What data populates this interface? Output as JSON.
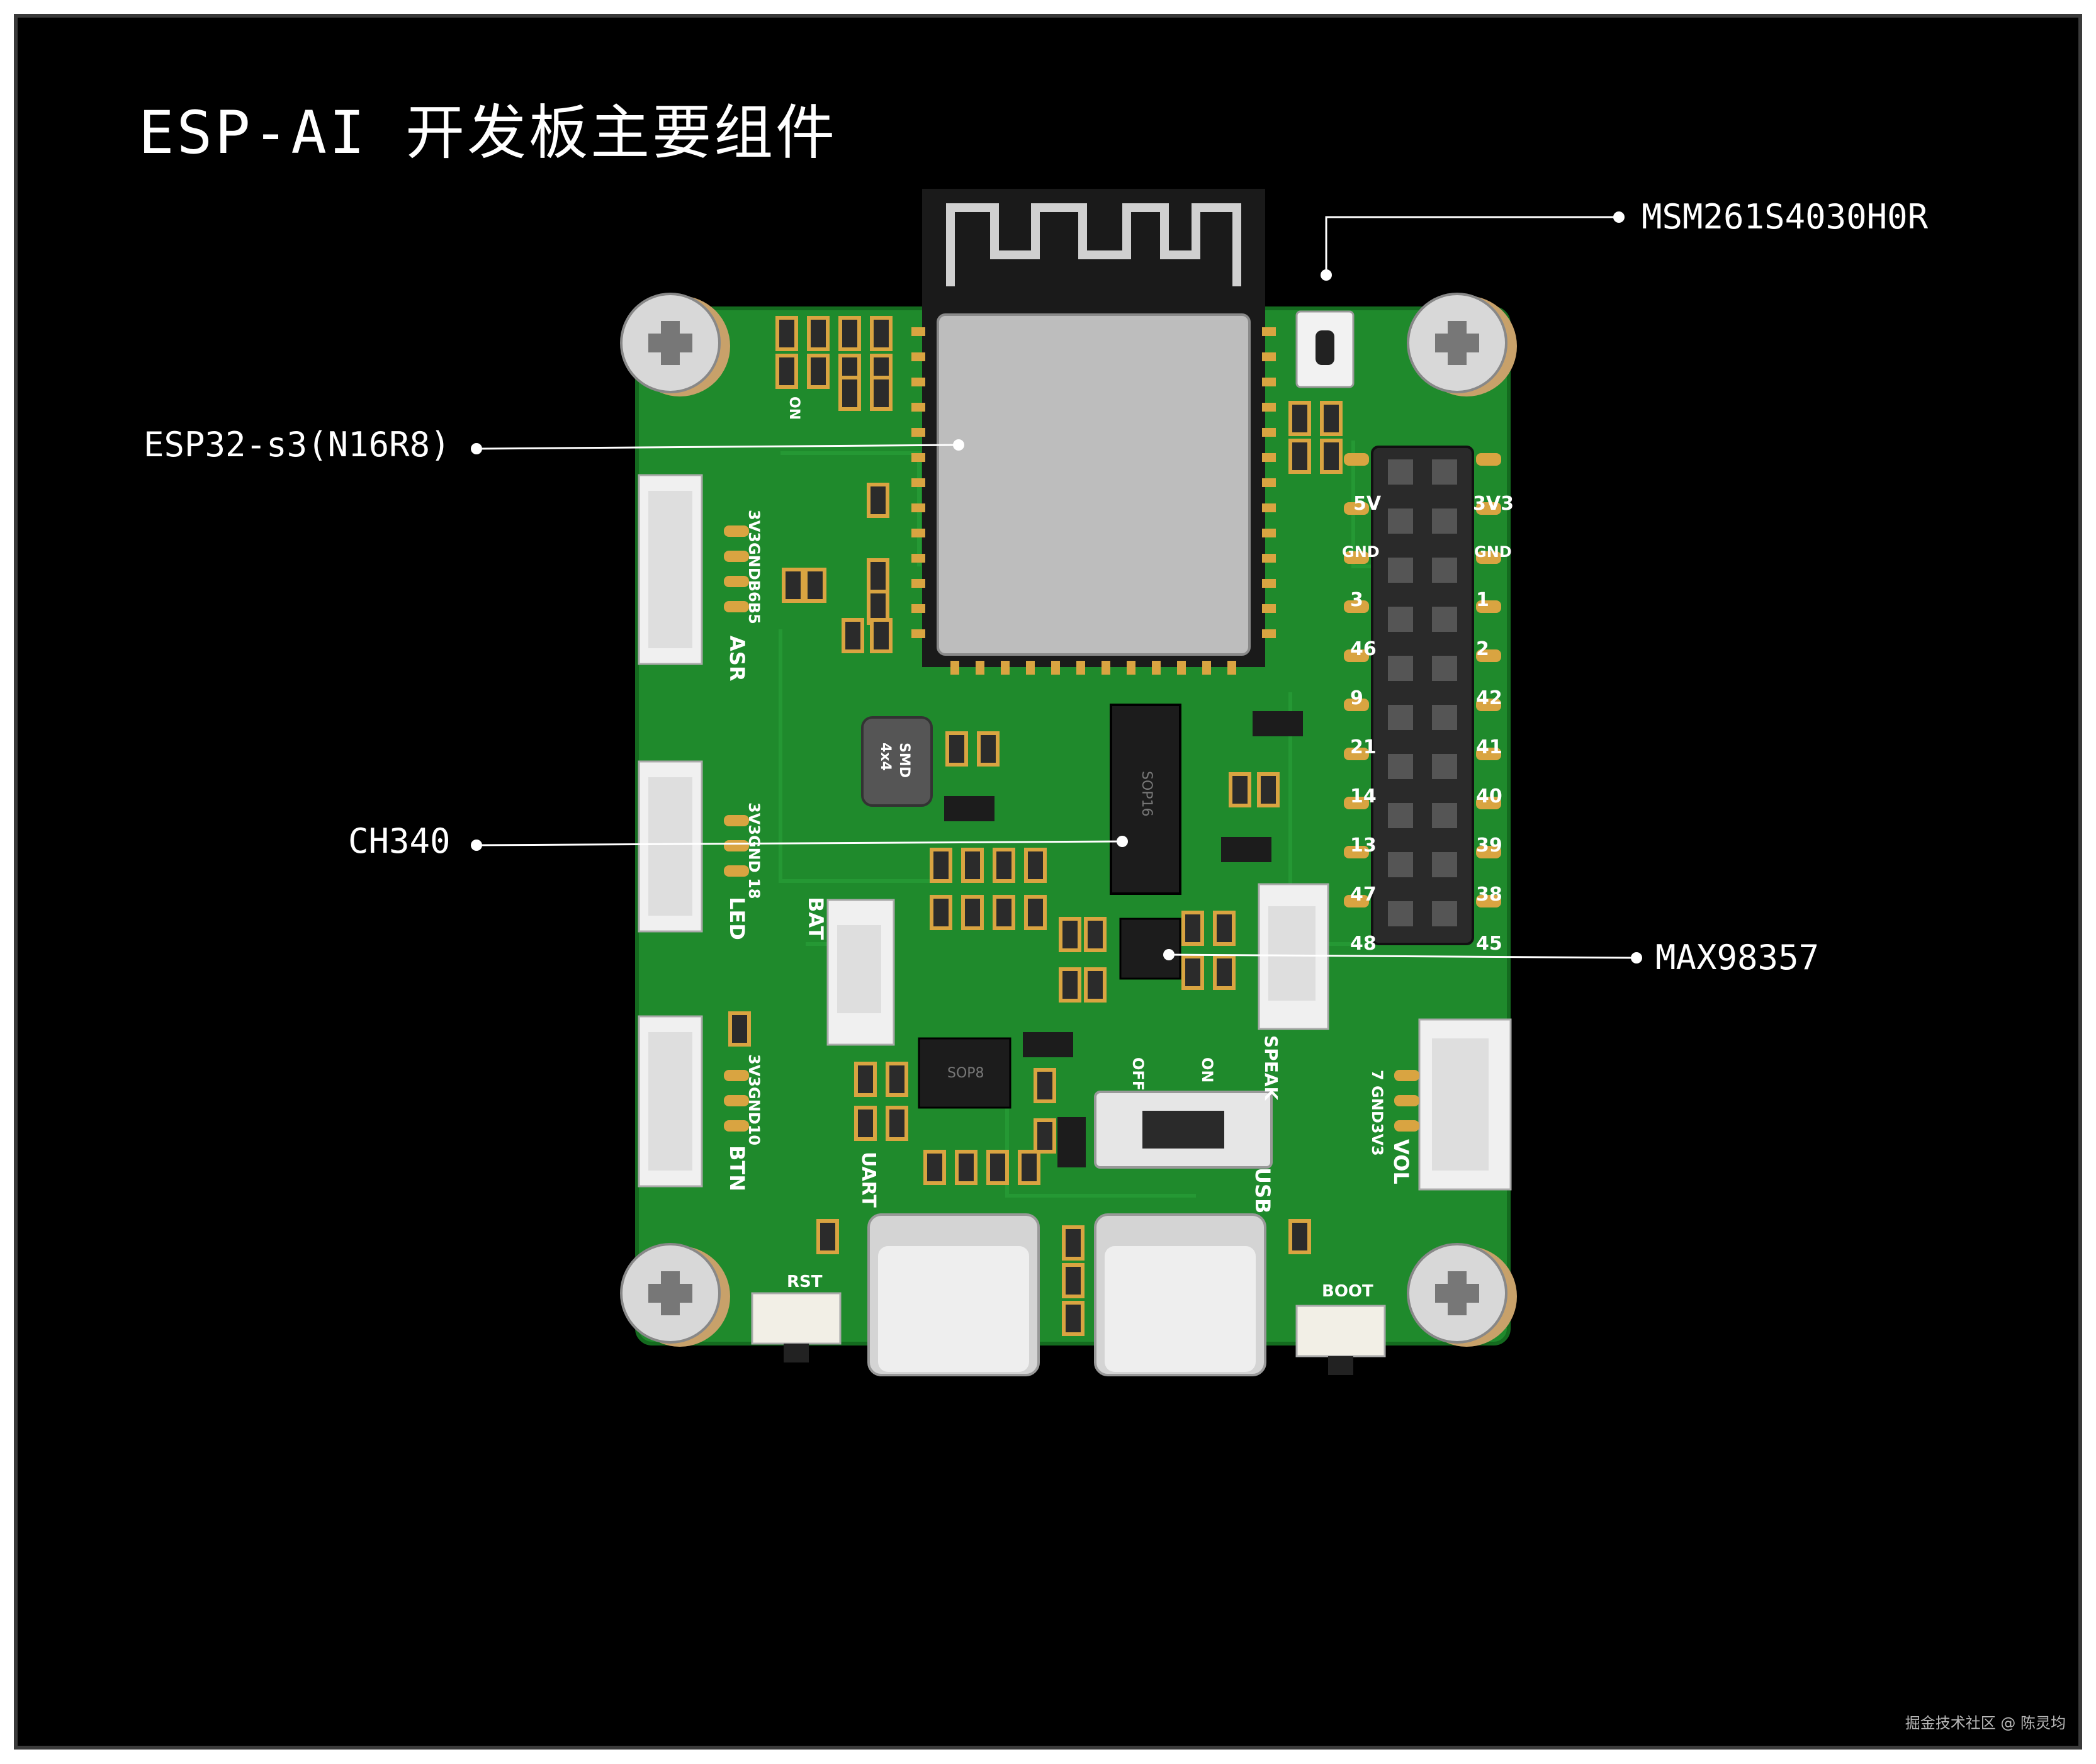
{
  "title": "ESP-AI 开发板主要组件",
  "callouts": {
    "msm": "MSM261S4030H0R",
    "esp32": "ESP32-s3(N16R8)",
    "ch340": "CH340",
    "max": "MAX98357"
  },
  "board_labels": {
    "asr": "ASR",
    "asr_pins": "3V3GNDB6B5",
    "led": "LED",
    "led_pins": "3V3GND 18",
    "btn": "BTN",
    "btn_pins": "3V3GND10",
    "bat": "BAT",
    "uart": "UART",
    "usb": "USB",
    "speak": "SPEAK",
    "vol": "VOL",
    "vol_pins": "7 GND3V3",
    "rst": "RST",
    "boot": "BOOT",
    "on_small": "ON",
    "off": "OFF",
    "on": "ON",
    "smd": "SMD",
    "smd_size": "4x4",
    "sop16": "SOP16",
    "sop8": "SOP8",
    "hdr_5v": "5V",
    "hdr_3v3": "3V3",
    "hdr_gnd_l": "GND",
    "hdr_gnd_r": "GND",
    "hdr_left": [
      "3",
      "46",
      "9",
      "21",
      "14",
      "13",
      "47",
      "48"
    ],
    "hdr_right": [
      "1",
      "2",
      "42",
      "41",
      "40",
      "39",
      "38",
      "45"
    ]
  },
  "watermark": "掘金技术社区 @ 陈灵均",
  "colors": {
    "background": "#000000",
    "pcb": "#1f8a2c",
    "pad": "#d9a441",
    "module": "#bdbdbd"
  }
}
